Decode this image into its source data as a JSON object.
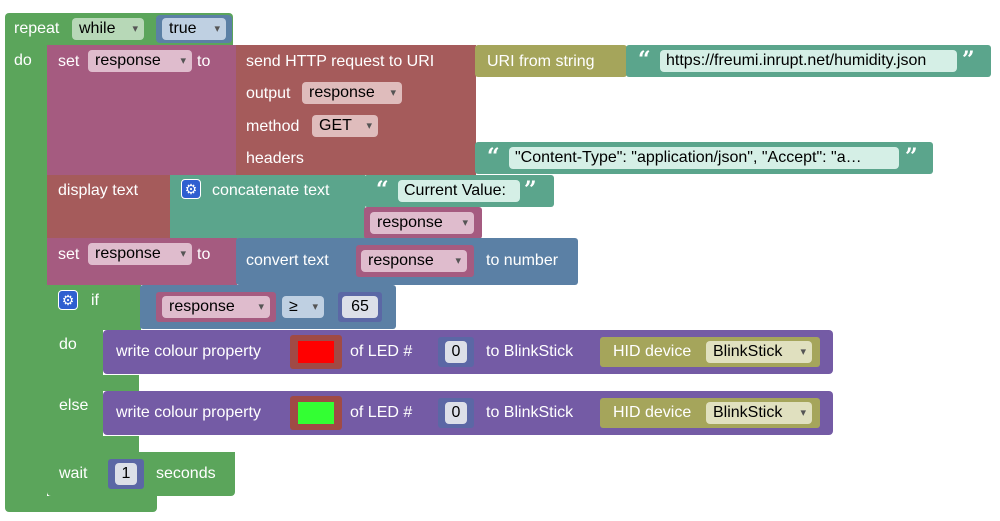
{
  "colors": {
    "control": "#5ba55b",
    "variable": "#a55b80",
    "http": "#a55b5b",
    "text": "#5ba58c",
    "math": "#5b80a5",
    "uri": "#a5a55b",
    "led": "#745ba5",
    "hid": "#a5a55b"
  },
  "repeat": {
    "label": "repeat",
    "mode": "while",
    "condition": "true",
    "do": "do"
  },
  "set1": {
    "label": "set",
    "var": "response",
    "to": "to"
  },
  "http": {
    "label": "send HTTP request to URI",
    "uri_label": "URI from string",
    "url": "https://freumi.inrupt.net/humidity.json",
    "output_label": "output",
    "output_var": "response",
    "method_label": "method",
    "method": "GET",
    "headers_label": "headers",
    "headers": "\"Content-Type\": \"application/json\", \"Accept\": \"a…"
  },
  "display": {
    "label": "display text",
    "concat": "concatenate text",
    "text": "Current Value:",
    "var": "response"
  },
  "set2": {
    "label": "set",
    "var": "response",
    "to": "to",
    "convert": "convert text",
    "convert_var": "response",
    "to_number": "to number"
  },
  "if": {
    "label": "if",
    "var": "response",
    "op": "≥",
    "value": "65",
    "do": "do",
    "else": "else"
  },
  "led1": {
    "label": "write colour property",
    "of_led": "of LED #",
    "index": "0",
    "to": "to BlinkStick",
    "hid": "HID device",
    "device": "BlinkStick",
    "color": "#ff0000"
  },
  "led2": {
    "label": "write colour property",
    "of_led": "of LED #",
    "index": "0",
    "to": "to BlinkStick",
    "hid": "HID device",
    "device": "BlinkStick",
    "color": "#33ff33"
  },
  "wait": {
    "label": "wait",
    "value": "1",
    "unit": "seconds"
  }
}
